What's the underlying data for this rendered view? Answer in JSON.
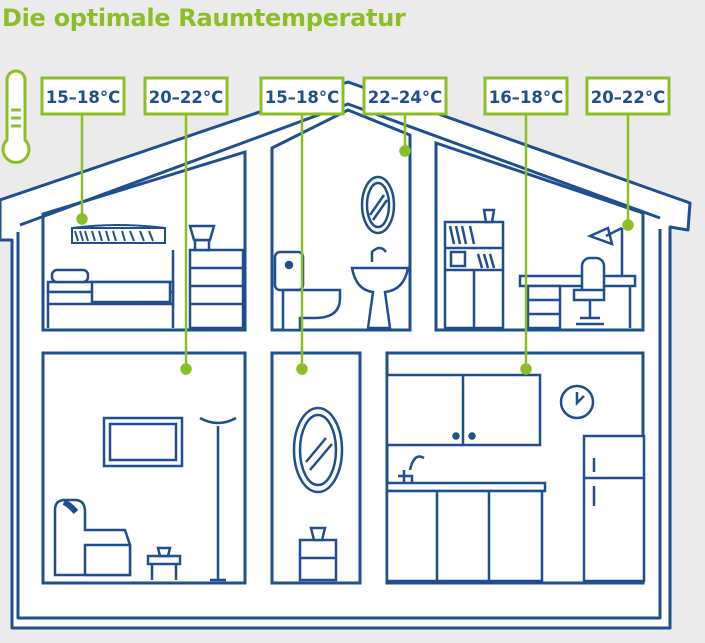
{
  "title": "Die optimale Raumtemperatur",
  "colors": {
    "line": "#1f4f8f",
    "accent": "#8cbf26",
    "fill": "#ffffff",
    "background": "#ebebeb"
  },
  "icon": "thermometer-icon",
  "rooms": [
    {
      "name": "Schlafzimmer",
      "temperature": "15–18°C"
    },
    {
      "name": "Wohnzimmer",
      "temperature": "20–22°C"
    },
    {
      "name": "Flur",
      "temperature": "15–18°C"
    },
    {
      "name": "Badezimmer",
      "temperature": "22–24°C"
    },
    {
      "name": "Küche",
      "temperature": "16–18°C"
    },
    {
      "name": "Arbeitszimmer",
      "temperature": "20–22°C"
    }
  ]
}
